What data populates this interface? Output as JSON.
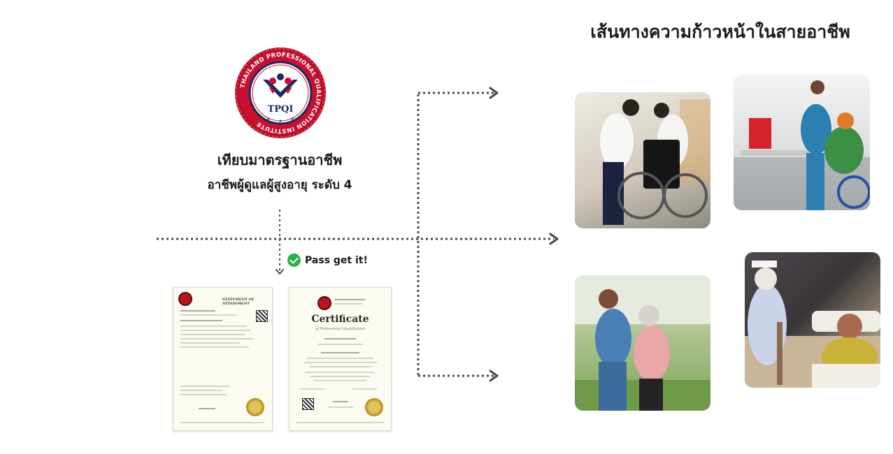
{
  "heading": "เส้นทางความก้าวหน้าในสายอาชีพ",
  "logo": {
    "emblem_text": "TPQI",
    "ring_text": "THAILAND PROFESSIONAL QUALIFICATION INSTITUTE"
  },
  "standard": {
    "title": "เทียบมาตรฐานอาชีพ",
    "subtitle": "อาชีพผู้ดูแลผู้สูงอายุ ระดับ 4"
  },
  "pass_label": "Pass get it!",
  "documents": [
    {
      "title": "STATEMENT OF ATTAINMENT"
    },
    {
      "title": "Certificate",
      "subtitle": "of Professional Qualification"
    }
  ],
  "colors": {
    "logo_red": "#c8102e",
    "logo_navy": "#1f2a5c",
    "check_green": "#27b24a",
    "arrow_gray": "#4a4a4a"
  },
  "photos": [
    {
      "subject": "caregivers assisting an elderly person in a wheelchair"
    },
    {
      "subject": "nurse cooking with an elderly man in a wheelchair"
    },
    {
      "subject": "caregiver walking outdoors with an elderly woman"
    },
    {
      "subject": "nurse with a smiling patient in a hospital bed"
    }
  ]
}
